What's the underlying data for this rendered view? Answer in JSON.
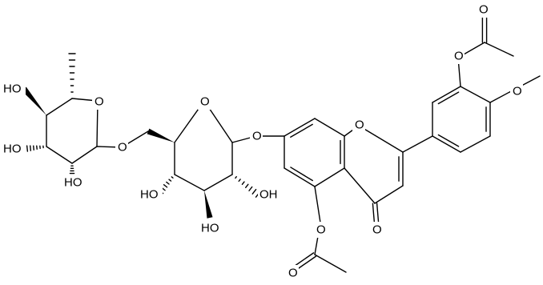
{
  "atom_labels": {
    "ho_rha_4": "HO",
    "ho_rha_3": "HO",
    "ho_rha_2": "HO",
    "o_rha_ring": "O",
    "o_link_6": "O",
    "o_glc_ring": "O",
    "o_glyco_7": "O",
    "ho_glc_4": "HO",
    "ho_glc_3": "HO",
    "oh_glc_2": "OH",
    "o_chromone_1": "O",
    "o_ketone": "O",
    "o_ester_5": "O",
    "o_acetyl_5": "O",
    "o_ester_3p": "O",
    "o_acetyl_3p": "O",
    "o_methoxy_4p": "O"
  },
  "colors": {
    "bond": "#000000",
    "text": "#000000",
    "background": "#ffffff"
  }
}
